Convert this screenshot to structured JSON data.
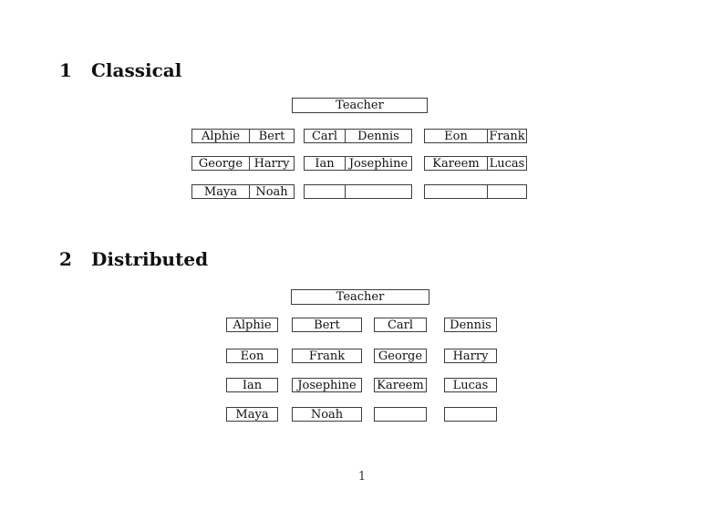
{
  "page": {
    "number": "1"
  },
  "theme": {
    "background": "#ffffff",
    "line_color": "#3d3d3d",
    "text_color": "#111111"
  },
  "classical": {
    "heading_number": "1",
    "heading_title": "Classical",
    "teacher_label": "Teacher",
    "desks": [
      {
        "left": "Alphie",
        "right": "Bert"
      },
      {
        "left": "Carl",
        "right": "Dennis"
      },
      {
        "left": "Eon",
        "right": "Frank"
      },
      {
        "left": "George",
        "right": "Harry"
      },
      {
        "left": "Ian",
        "right": "Josephine"
      },
      {
        "left": "Kareem",
        "right": "Lucas"
      },
      {
        "left": "Maya",
        "right": "Noah"
      },
      {
        "left": "",
        "right": ""
      },
      {
        "left": "",
        "right": ""
      }
    ]
  },
  "distributed": {
    "heading_number": "2",
    "heading_title": "Distributed",
    "teacher_label": "Teacher",
    "seats": [
      "Alphie",
      "Bert",
      "Carl",
      "Dennis",
      "Eon",
      "Frank",
      "George",
      "Harry",
      "Ian",
      "Josephine",
      "Kareem",
      "Lucas",
      "Maya",
      "Noah",
      "",
      ""
    ]
  }
}
